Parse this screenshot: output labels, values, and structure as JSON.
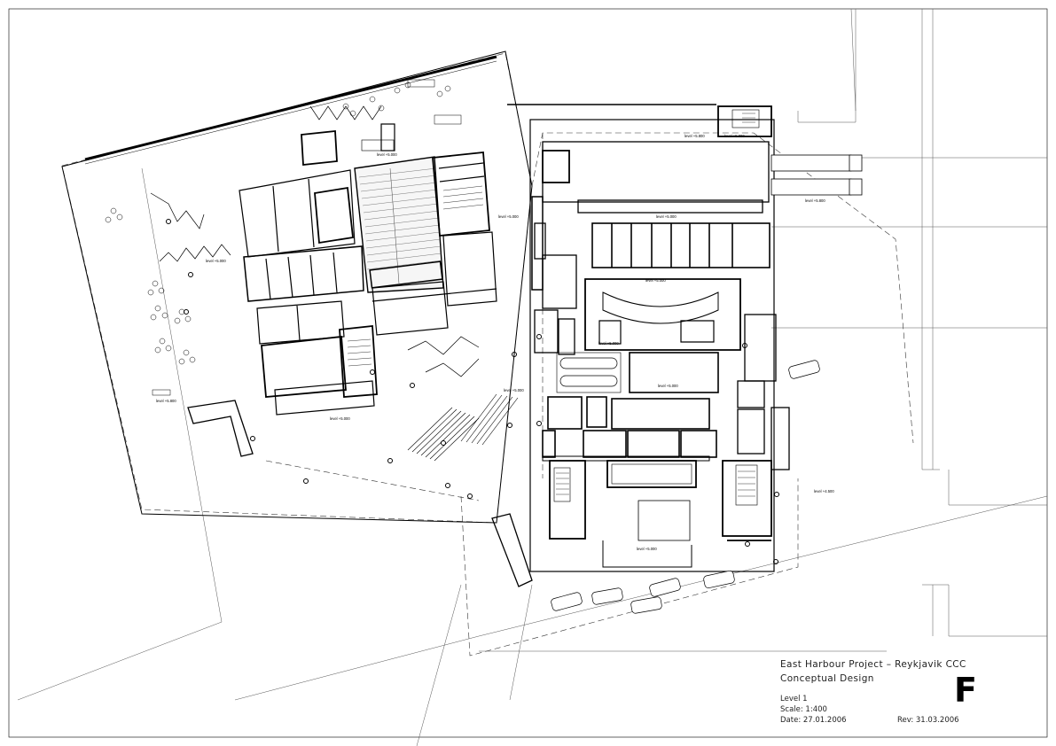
{
  "drawing": {
    "project": "East Harbour Project – Reykjavik CCC",
    "phase": "Conceptual Design",
    "level": "Level 1",
    "scale": "Scale: 1:400",
    "date": "Date: 27.01.2006",
    "revision": "Rev: 31.03.2006",
    "sheet_letter": "F"
  },
  "level_markers": [
    "level +5.000",
    "level +5.000",
    "level +5.000",
    "level +5.000",
    "level +5.000",
    "level +5.000",
    "level +5.000",
    "level +5.000",
    "level +5.000",
    "level +5.800",
    "level +5.800",
    "level +5.800",
    "level +5.800",
    "level +4.500",
    "level +5.000"
  ]
}
